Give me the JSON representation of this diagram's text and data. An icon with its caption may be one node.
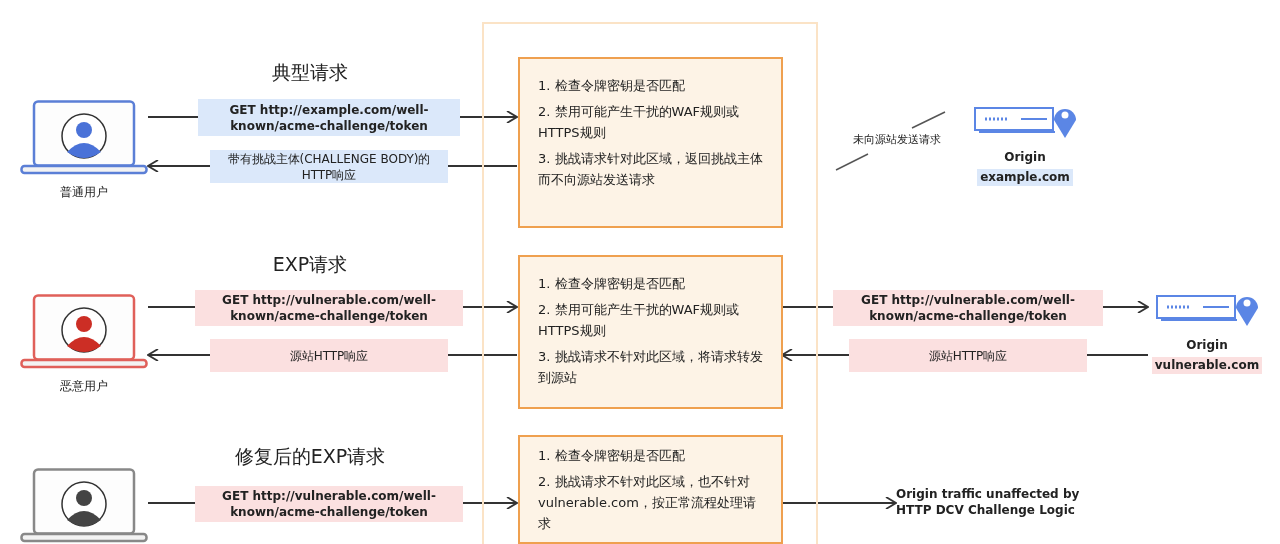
{
  "diagram": {
    "nodes": [
      {
        "text": [],
        "shape": "box"
      },
      {
        "text": [
          "普通用户"
        ]
      },
      {
        "text": [
          "恶意用户"
        ]
      },
      {
        "text": [],
        "shape": "picture"
      },
      {
        "text": [
          "1. 检查令牌密钥是否匹配",
          "2. 禁用可能产生干扰的WAF规则或HTTPS规则",
          "3. 挑战请求针对此区域，返回挑战主体而不向源站发送请求"
        ],
        "in": 0
      },
      {
        "text": [
          "1. 检查令牌密钥是否匹配",
          "2. 禁用可能产生干扰的WAF规则或HTTPS规则",
          "3. 挑战请求不针对此区域，将请求转发到源站"
        ],
        "in": 0
      },
      {
        "text": [
          "1. 检查令牌密钥是否匹配",
          "2. 挑战请求不针对此区域，也不针对vulnerable.com，按正常流程处理请求"
        ],
        "in": 0
      },
      {
        "text": [
          "Origin",
          "example.com"
        ]
      },
      {
        "text": [
          "Origin",
          "vulnerable.com"
        ]
      },
      {
        "text": [
          "Origin traffic unaffected by HTTP DCV Challenge Logic"
        ]
      }
    ],
    "edges": [
      {
        "from": 1,
        "to": 4,
        "arrow": "to",
        "label": "GET http://example.com/well-known/acme-challenge/token"
      },
      {
        "from": 4,
        "to": 1,
        "arrow": "to",
        "label": "带有挑战主体(CHALLENGE BODY)的HTTP响应"
      },
      {
        "from": 2,
        "to": 5,
        "arrow": "to",
        "label": "GET http://vulnerable.com/well-known/acme-challenge/token"
      },
      {
        "from": 5,
        "to": 2,
        "arrow": "to",
        "label": "源站HTTP响应"
      },
      {
        "from": 5,
        "to": 8,
        "arrow": "to",
        "label": "GET http://vulnerable.com/well-known/acme-challenge/token"
      },
      {
        "from": 8,
        "to": 5,
        "arrow": "to",
        "label": "源站HTTP响应"
      },
      {
        "from": 3,
        "to": 6,
        "arrow": "to",
        "label": "GET http://vulnerable.com/well-known/acme-challenge/token"
      },
      {
        "from": 6,
        "to": 9,
        "arrow": "to"
      }
    ],
    "labels": [
      "典型请求",
      "未向源站发送请求",
      "EXP请求",
      "修复后的EXP请求"
    ]
  }
}
